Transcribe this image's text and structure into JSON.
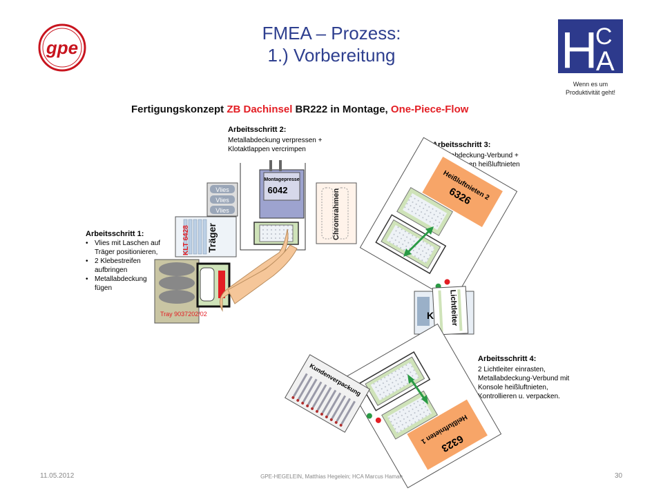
{
  "slide": {
    "title_line1": "FMEA – Prozess:",
    "title_line2": "1.) Vorbereitung",
    "hca_tagline_line1": "Wenn es um",
    "hca_tagline_line2": "Produktivität geht!",
    "footer_date": "11.05.2012",
    "footer_credit": "GPE-HEGELEIN, Matthias Hegelein; HCA Marcus Haman",
    "footer_page": "30"
  },
  "diagram": {
    "heading_black1": "Fertigungskonzept ",
    "heading_red1": "ZB Dachinsel",
    "heading_black2": " BR222 in Montage, ",
    "heading_red2": "One-Piece-Flow",
    "step1": {
      "title": "Arbeitsschritt 1:",
      "bullets": [
        [
          "Vlies mit Laschen auf",
          "Träger positionieren,"
        ],
        [
          "2 Klebestreifen",
          "aufbringen"
        ],
        [
          "Metallabdeckung",
          "fügen"
        ]
      ]
    },
    "step2": {
      "title": "Arbeitsschritt 2:",
      "line1": "Metallabdeckung verpressen +",
      "line2": "Klotaktlappen vercrimpen"
    },
    "step3": {
      "title": "Arbeitsschritt 3:",
      "line1": "Metallabdeckung-Verbund +",
      "line2": "Chromrahmen heißluftnieten"
    },
    "step4": {
      "title": "Arbeitsschritt 4:",
      "line1": "2 Lichtleiter einrasten,",
      "line2": "Metallabdeckung-Verbund mit",
      "line3": "Konsole heißluftnieten,",
      "line4": "Kontrollieren u. verpacken."
    },
    "press_label": "Montagepresse",
    "press_number": "6042",
    "vlies": "Vlies",
    "traeger": "Träger",
    "klt": "KLT 6428",
    "chromrahmen": "Chromrahmen",
    "tray": "Tray 9037202/02",
    "hln2_label": "Heißluftnieten 2",
    "hln2_number": "6326",
    "hln1_label": "Heißluftnieten 1",
    "hln1_number": "6323",
    "lichtleiter": "Lichtleiter",
    "konsole_partial": "Ko",
    "kundenverpackung": "Kundenverpackung",
    "colors": {
      "red": "#e31e24",
      "green": "#2a9a45",
      "orange": "#f7a568",
      "blue_title": "#2e3f8f",
      "press": "#9da3cf"
    }
  },
  "logos": {
    "gpe_text": "gpe",
    "hca_letters": [
      "H",
      "C",
      "A"
    ]
  }
}
